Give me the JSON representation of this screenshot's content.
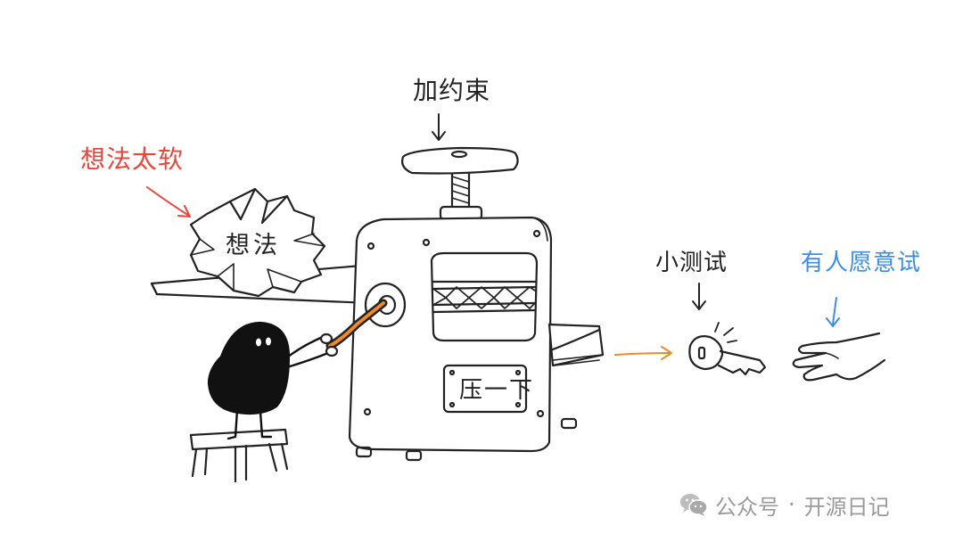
{
  "labels": {
    "idea_too_soft": "想法太软",
    "add_constraint": "加约束",
    "idea": "想法",
    "press_plate": "压一下",
    "small_test": "小测试",
    "someone_willing": "有人愿意试"
  },
  "watermark": {
    "icon": "wechat-icon",
    "prefix": "公众号",
    "separator": "·",
    "account": "开源日记"
  },
  "colors": {
    "red_label": "#e8453c",
    "blue_label": "#3a8ee6",
    "orange_accent": "#f08a24",
    "ink": "#222222",
    "character": "#111111",
    "watermark": "#9a9a9a"
  }
}
